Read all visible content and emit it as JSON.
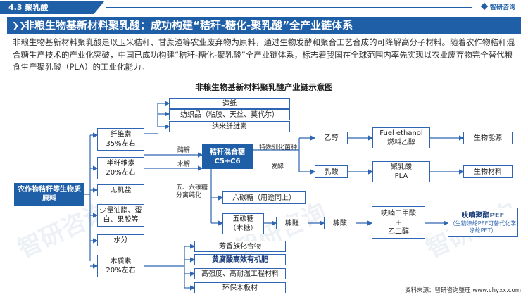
{
  "header": {
    "section": "4.3 聚乳酸",
    "logo": "智研咨询",
    "headline": "非粮生物基新材料聚乳酸：成功构建“秸秆-糖化-聚乳酸”全产业链体系"
  },
  "paragraph": "非粮生物基新材料聚乳酸是以玉米秸秆、甘蔗渣等农业废弃物为原料，通过生物发酵和聚合工艺合成的可降解高分子材料。随着农作物秸秆混合糖生产技术的产业化突破，中国已成功构建“秸秆-糖化-聚乳酸”全产业链体系，标志着我国在全球范围内率先实现以农业废弃物完全替代粮食生产聚乳酸（PLA）的工业化能力。",
  "diagram": {
    "title": "非粮生物基新材料聚乳酸产业链示意图",
    "root": "农作物秸秆等生物质原料",
    "cellulose": "纤维素\n35%左右",
    "hemicellulose": "半纤维素\n20%左右",
    "inorganic": "无机盐",
    "lipids": "少量油脂、蛋白、果胶等",
    "water": "水分",
    "lignin": "木质素\n20%左右",
    "cellulose_uses": [
      "造纸",
      "纺织品（粘胶、天丝、莫代尔）",
      "纳米纤维素"
    ],
    "mixed_sugar": "秸秆混合糖\nC5+C6",
    "label_enzymolysis": "酶解",
    "label_hydrolysis": "水解",
    "label_special": "特殊驯化菌种",
    "label_ferment": "发酵",
    "label_separation": "五、六碳糖分离纯化",
    "ethanol": "乙醇",
    "fuel_ethanol": "Fuel ethanol\n燃料乙醇",
    "bioenergy": "生物能源",
    "lactic_acid": "乳酸",
    "pla": "聚乳酸\nPLA",
    "biomaterial": "生物材料",
    "c6_sugar": "六碳糖（用途同上）",
    "c5_sugar": "五碳糖\n（木糖）",
    "furfural": "糠醛",
    "furoic": "糠酸",
    "fdca": "呋喃二甲酸\n+\n乙二醇",
    "pef": "呋喃聚酯PEF",
    "pef_note": "（生物涤纶PEF可替代化学涤纶PET）",
    "lignin_uses": [
      "芳香族化合物",
      "黄腐酸高效有机肥",
      "高强度、高耐温工程材料",
      "环保木板材"
    ]
  },
  "footer": {
    "source": "资料来源：智研咨询整理    www.chyxx.com"
  }
}
